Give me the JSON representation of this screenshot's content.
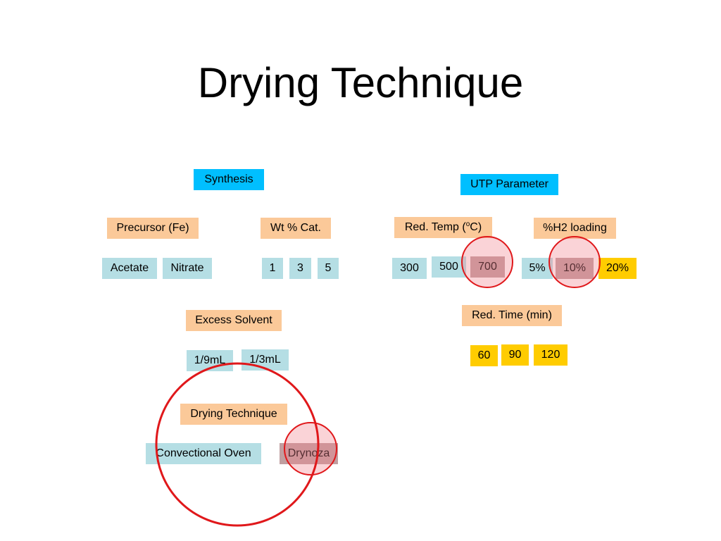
{
  "title": "Drying Technique",
  "colors": {
    "synthesis": "#00bfff",
    "category": "#fbc999",
    "option": "#b5dee4",
    "highlight_option": "#ffcc00",
    "selected_option": "#c09ea0",
    "circle_stroke": "#e0181b",
    "circle_fill": "rgba(240,130,140,0.35)"
  },
  "synthesis": {
    "label": "Synthesis"
  },
  "utp": {
    "label": "UTP Parameter"
  },
  "precursor": {
    "label": "Precursor (Fe)",
    "options": [
      "Acetate",
      "Nitrate"
    ]
  },
  "wt_cat": {
    "label": "Wt % Cat.",
    "options": [
      "1",
      "3",
      "5"
    ]
  },
  "red_temp": {
    "label_prefix": "Red. Temp (",
    "label_sup": "o",
    "label_suffix": "C)",
    "options": [
      "300",
      "500",
      "700"
    ]
  },
  "h2_loading": {
    "label": "%H2 loading",
    "options": [
      "5%",
      "10%",
      "20%"
    ]
  },
  "red_time": {
    "label": "Red. Time (min)",
    "options": [
      "60",
      "90",
      "120"
    ]
  },
  "excess_solvent": {
    "label": "Excess Solvent",
    "options": [
      "1/9mL",
      "1/3mL"
    ]
  },
  "drying_technique": {
    "label": "Drying Technique",
    "options": [
      "Convectional Oven",
      "Drynoza"
    ]
  }
}
